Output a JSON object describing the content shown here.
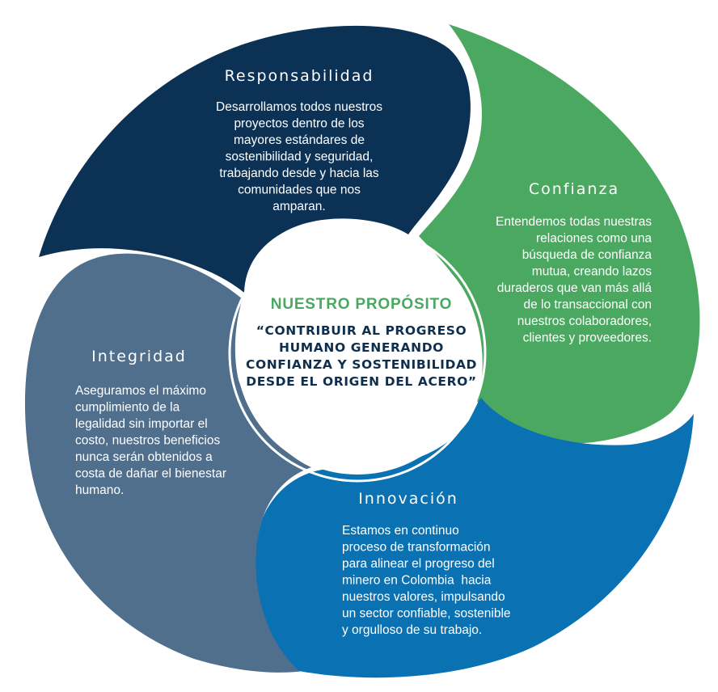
{
  "colors": {
    "responsabilidad": "#0b3155",
    "confianza": "#4aa860",
    "innovacion": "#0a71b3",
    "integridad": "#4f6f8d",
    "center_heading": "#4aa860",
    "center_text": "#0f2f4f"
  },
  "center": {
    "heading": "NUESTRO PROPÓSITO",
    "quote_lines": [
      "“CONTRIBUIR AL PROGRESO",
      "HUMANO GENERANDO",
      "CONFIANZA Y SOSTENIBILIDAD",
      "DESDE EL ORIGEN DEL ACERO”"
    ]
  },
  "values": [
    {
      "id": "responsabilidad",
      "title": "Responsabilidad",
      "lines": [
        "Desarrollamos todos nuestros",
        "proyectos dentro de los",
        "mayores estándares de",
        "sostenibilidad y seguridad,",
        "trabajando desde y hacia las",
        "comunidades que nos",
        "amparan."
      ]
    },
    {
      "id": "confianza",
      "title": "Confianza",
      "lines": [
        "Entendemos todas nuestras",
        "relaciones como una",
        "búsqueda de confianza",
        "mutua, creando lazos",
        "duraderos que van más allá",
        "de lo transaccional con",
        "nuestros colaboradores,",
        "clientes y proveedores."
      ]
    },
    {
      "id": "innovacion",
      "title": "Innovación",
      "lines": [
        "Estamos en continuo",
        "proceso de transformación",
        "para alinear el progreso del",
        "minero en Colombia  hacia",
        "nuestros valores, impulsando",
        "un sector confiable, sostenible",
        "y orgulloso de su trabajo."
      ]
    },
    {
      "id": "integridad",
      "title": "Integridad",
      "lines": [
        "Aseguramos el máximo",
        "cumplimiento de la",
        "legalidad sin importar el",
        "costo, nuestros beneficios",
        "nunca serán obtenidos a",
        "costa de dañar el bienestar",
        "humano."
      ]
    }
  ]
}
